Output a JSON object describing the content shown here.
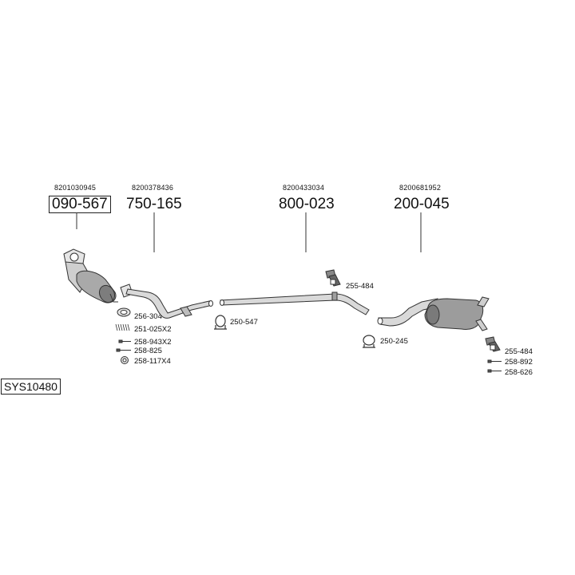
{
  "main_parts": [
    {
      "oem": "8201030945",
      "part": "090-567"
    },
    {
      "oem": "8200378436",
      "part": "750-165"
    },
    {
      "oem": "8200433034",
      "part": "800-023"
    },
    {
      "oem": "8200681952",
      "part": "200-045"
    }
  ],
  "accessories": [
    "256-304",
    "251-025X2",
    "258-943X2",
    "258-825",
    "258-117X4",
    "250-547",
    "255-484",
    "250-245",
    "255-484",
    "258-892",
    "258-626"
  ],
  "system_code": "SYS10480",
  "colors": {
    "line": "#333333",
    "shade": "#9a9a9a",
    "light": "#d6d6d6"
  }
}
